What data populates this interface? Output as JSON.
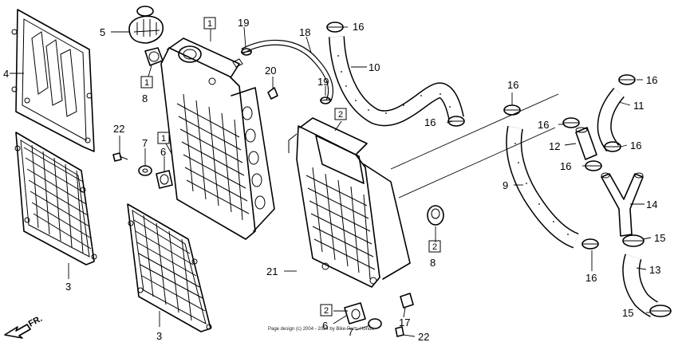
{
  "labels": {
    "p1": "1",
    "p2": "2",
    "p3": "3",
    "p4": "4",
    "p5": "5",
    "p6": "6",
    "p7": "7",
    "p8": "8",
    "p9": "9",
    "p10": "10",
    "p11": "11",
    "p12": "12",
    "p13": "13",
    "p14": "14",
    "p15": "15",
    "p16": "16",
    "p17": "17",
    "p18": "18",
    "p19": "19",
    "p20": "20",
    "p21": "21",
    "p22": "22"
  },
  "direction": "FR.",
  "copyright": "Page design (c) 2004 - 2024 by Bike-Parts-Honda"
}
